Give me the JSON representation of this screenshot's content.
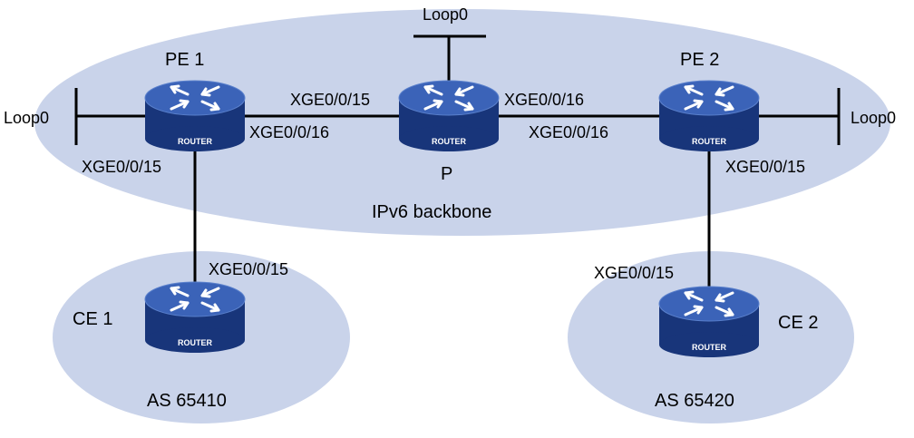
{
  "colors": {
    "region_fill": "#c9d3ea",
    "link": "#000000",
    "router_top": "#3b63b8",
    "router_side": "#18357a",
    "router_text": "#ffffff"
  },
  "regions": {
    "backbone": "IPv6 backbone",
    "as_left": "AS 65410",
    "as_right": "AS 65420"
  },
  "devices": {
    "pe1": {
      "name": "PE 1",
      "badge": "ROUTER"
    },
    "p": {
      "name": "P",
      "badge": "ROUTER"
    },
    "pe2": {
      "name": "PE 2",
      "badge": "ROUTER"
    },
    "ce1": {
      "name": "CE 1",
      "badge": "ROUTER"
    },
    "ce2": {
      "name": "CE 2",
      "badge": "ROUTER"
    }
  },
  "loopbacks": {
    "pe1": "Loop0",
    "p": "Loop0",
    "pe2": "Loop0"
  },
  "interfaces": {
    "pe1_to_p": "XGE0/0/16",
    "p_to_pe1": "XGE0/0/15",
    "p_to_pe2": "XGE0/0/16",
    "pe2_to_p": "XGE0/0/16",
    "pe1_to_ce1": "XGE0/0/15",
    "ce1_to_pe1": "XGE0/0/15",
    "pe2_to_ce2": "XGE0/0/15",
    "ce2_to_pe2": "XGE0/0/15"
  }
}
